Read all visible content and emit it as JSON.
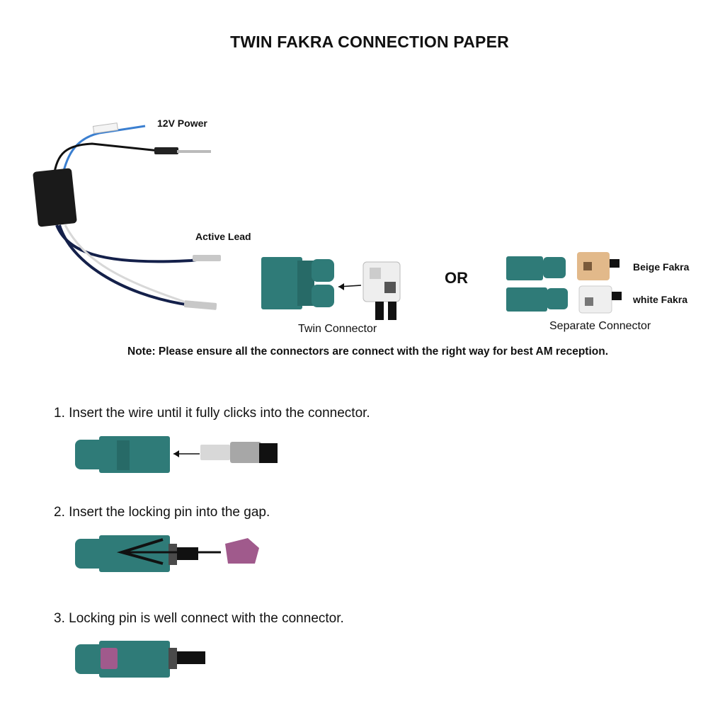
{
  "title": "TWIN FAKRA CONNECTION PAPER",
  "diagram": {
    "power_label": "12V Power",
    "active_lead_label": "Active Lead",
    "twin_caption": "Twin Connector",
    "or_label": "OR",
    "beige_label": "Beige Fakra",
    "white_label": "white Fakra",
    "separate_caption": "Separate Connector"
  },
  "note": "Note: Please ensure all the connectors are connect with the right way for best AM reception.",
  "steps": [
    "1. Insert the wire until it fully clicks into the connector.",
    "2. Insert the locking pin into the gap.",
    "3. Locking pin is well connect with the connector."
  ],
  "colors": {
    "teal": "#2f7b78",
    "teal_dark": "#1f5c5a",
    "beige": "#e2b98a",
    "violet": "#a05a8c"
  }
}
